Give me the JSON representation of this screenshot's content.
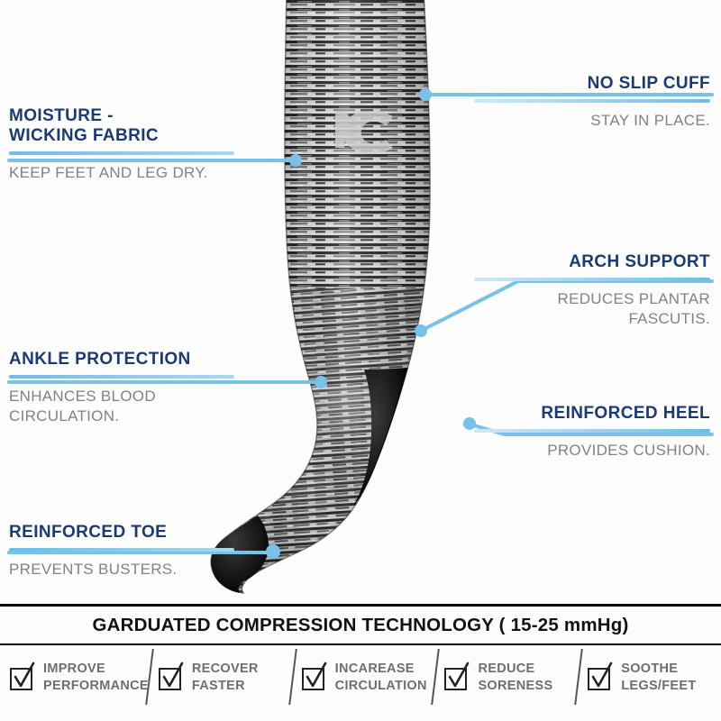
{
  "product": {
    "name": "Graduated Compression Socks",
    "logo_mark": "rC"
  },
  "colors": {
    "title_blue": "#1b3b6f",
    "accent_blue": "#6fbde4",
    "desc_gray": "#808285",
    "banner_black": "#000000",
    "sock_black": "#141414",
    "sock_gray": "#9a9a9a",
    "sock_light": "#e8e8e8"
  },
  "callouts": [
    {
      "id": "moisture",
      "title": "MOISTURE -\nWICKING FABRIC",
      "title_line1": "MOISTURE -",
      "title_line2": "WICKING FABRIC",
      "desc": "KEEP FEET AND LEG DRY.",
      "side": "left"
    },
    {
      "id": "ankle",
      "title": "ANKLE PROTECTION",
      "desc_line1": "ENHANCES BLOOD",
      "desc_line2": "CIRCULATION.",
      "side": "left"
    },
    {
      "id": "toe",
      "title": "REINFORCED TOE",
      "desc": "PREVENTS BUSTERS.",
      "side": "left"
    },
    {
      "id": "cuff",
      "title": "NO SLIP CUFF",
      "desc": "STAY IN PLACE.",
      "side": "right"
    },
    {
      "id": "arch",
      "title": "ARCH SUPPORT",
      "desc_line1": "REDUCES PLANTAR",
      "desc_line2": "FASCUTIS.",
      "side": "right"
    },
    {
      "id": "heel",
      "title": "REINFORCED HEEL",
      "desc": "PROVIDES CUSHION.",
      "side": "right"
    }
  ],
  "banner": {
    "title": "GARDUATED COMPRESSION TECHNOLOGY ( 15-25 mmHg)",
    "compression_range": "15-25 mmHg",
    "benefits": [
      {
        "line1": "IMPROVE",
        "line2": "PERFORMANCE",
        "checked": true
      },
      {
        "line1": "RECOVER",
        "line2": "FASTER",
        "checked": true
      },
      {
        "line1": "INCAREASE",
        "line2": "CIRCULATION",
        "checked": true
      },
      {
        "line1": "REDUCE",
        "line2": "SORENESS",
        "checked": true
      },
      {
        "line1": "SOOTHE",
        "line2": "LEGS/FEET",
        "checked": true
      }
    ]
  }
}
